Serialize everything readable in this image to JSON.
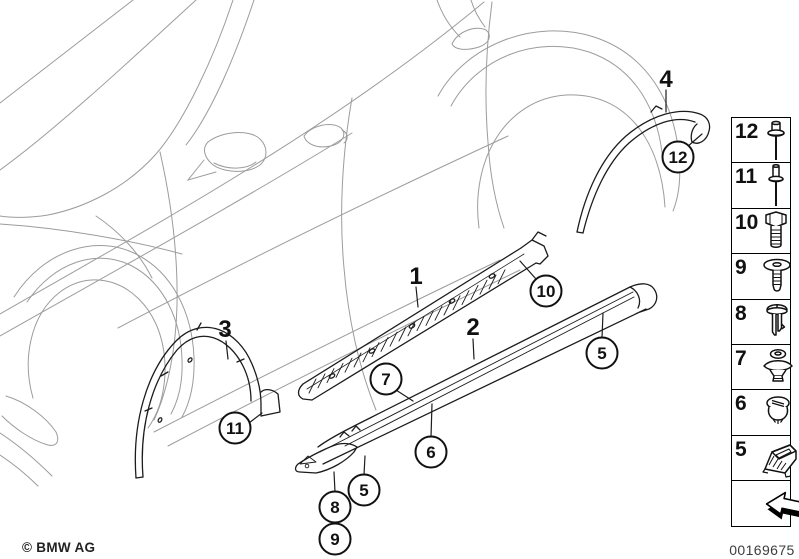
{
  "footer": {
    "copyright": "© BMW AG",
    "document_number": "00169675"
  },
  "part_labels": {
    "p1": "1",
    "p2": "2",
    "p3": "3",
    "p4": "4"
  },
  "callouts": {
    "c12": "12",
    "c10": "10",
    "c11": "11",
    "c7": "7",
    "c5_rear": "5",
    "c6": "6",
    "c5_front": "5",
    "c8": "8",
    "c9": "9"
  },
  "legend": {
    "cells": [
      {
        "number": "12",
        "icon": "blind-rivet-icon"
      },
      {
        "number": "11",
        "icon": "blind-rivet-long-icon"
      },
      {
        "number": "10",
        "icon": "hex-bolt-icon"
      },
      {
        "number": "9",
        "icon": "washer-screw-icon"
      },
      {
        "number": "8",
        "icon": "expanding-rivet-icon"
      },
      {
        "number": "7",
        "icon": "push-pin-clip-icon"
      },
      {
        "number": "6",
        "icon": "grommet-nut-icon"
      },
      {
        "number": "5",
        "icon": "support-bracket-icon"
      },
      {
        "number": "",
        "icon": "direction-arrow-icon"
      }
    ]
  },
  "colors": {
    "car_line": "#9c9c9c",
    "part_line": "#1c1c1c",
    "callout_stroke": "#111111"
  }
}
